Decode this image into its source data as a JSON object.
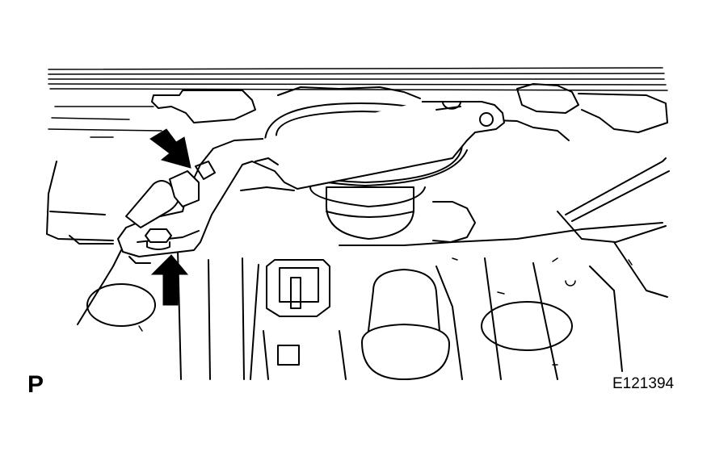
{
  "figure": {
    "view_label": "P",
    "figure_code": "E121394",
    "arrow_count": 2,
    "line_color": "#000000",
    "background": "#ffffff"
  }
}
